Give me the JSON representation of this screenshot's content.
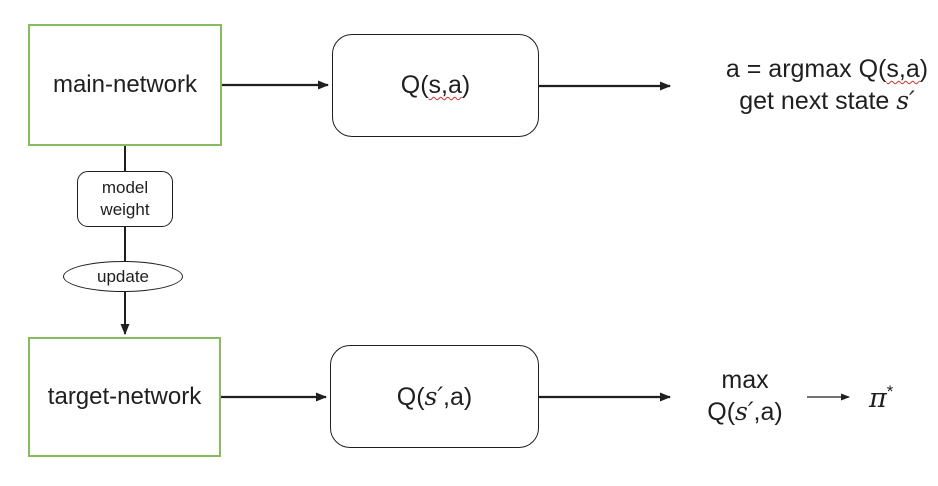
{
  "colors": {
    "green_border": "#86BC5E",
    "line": "#1f1f1f",
    "squiggle": "#d0342c"
  },
  "nodes": {
    "main_network": {
      "label": "main-network"
    },
    "q_main": {
      "prefix": "Q(",
      "args": "s,a",
      "suffix": ")"
    },
    "model_weight": {
      "line1": "model",
      "line2": "weight"
    },
    "update": {
      "label": "update"
    },
    "target_network": {
      "label": "target-network"
    },
    "q_target": {
      "prefix": "Q(",
      "state": "s′",
      "suffix": ",a)"
    }
  },
  "outputs": {
    "action": {
      "line1_prefix": "a = argmax Q(",
      "line1_args": "s,a",
      "line1_suffix": ")",
      "line2_prefix": "get next state ",
      "line2_state": "s′"
    },
    "max_q": {
      "line1": "max",
      "line2_prefix": "Q(",
      "line2_state": "s′",
      "line2_suffix": ",a)"
    },
    "policy": {
      "symbol": "π",
      "superscript": "*"
    }
  }
}
